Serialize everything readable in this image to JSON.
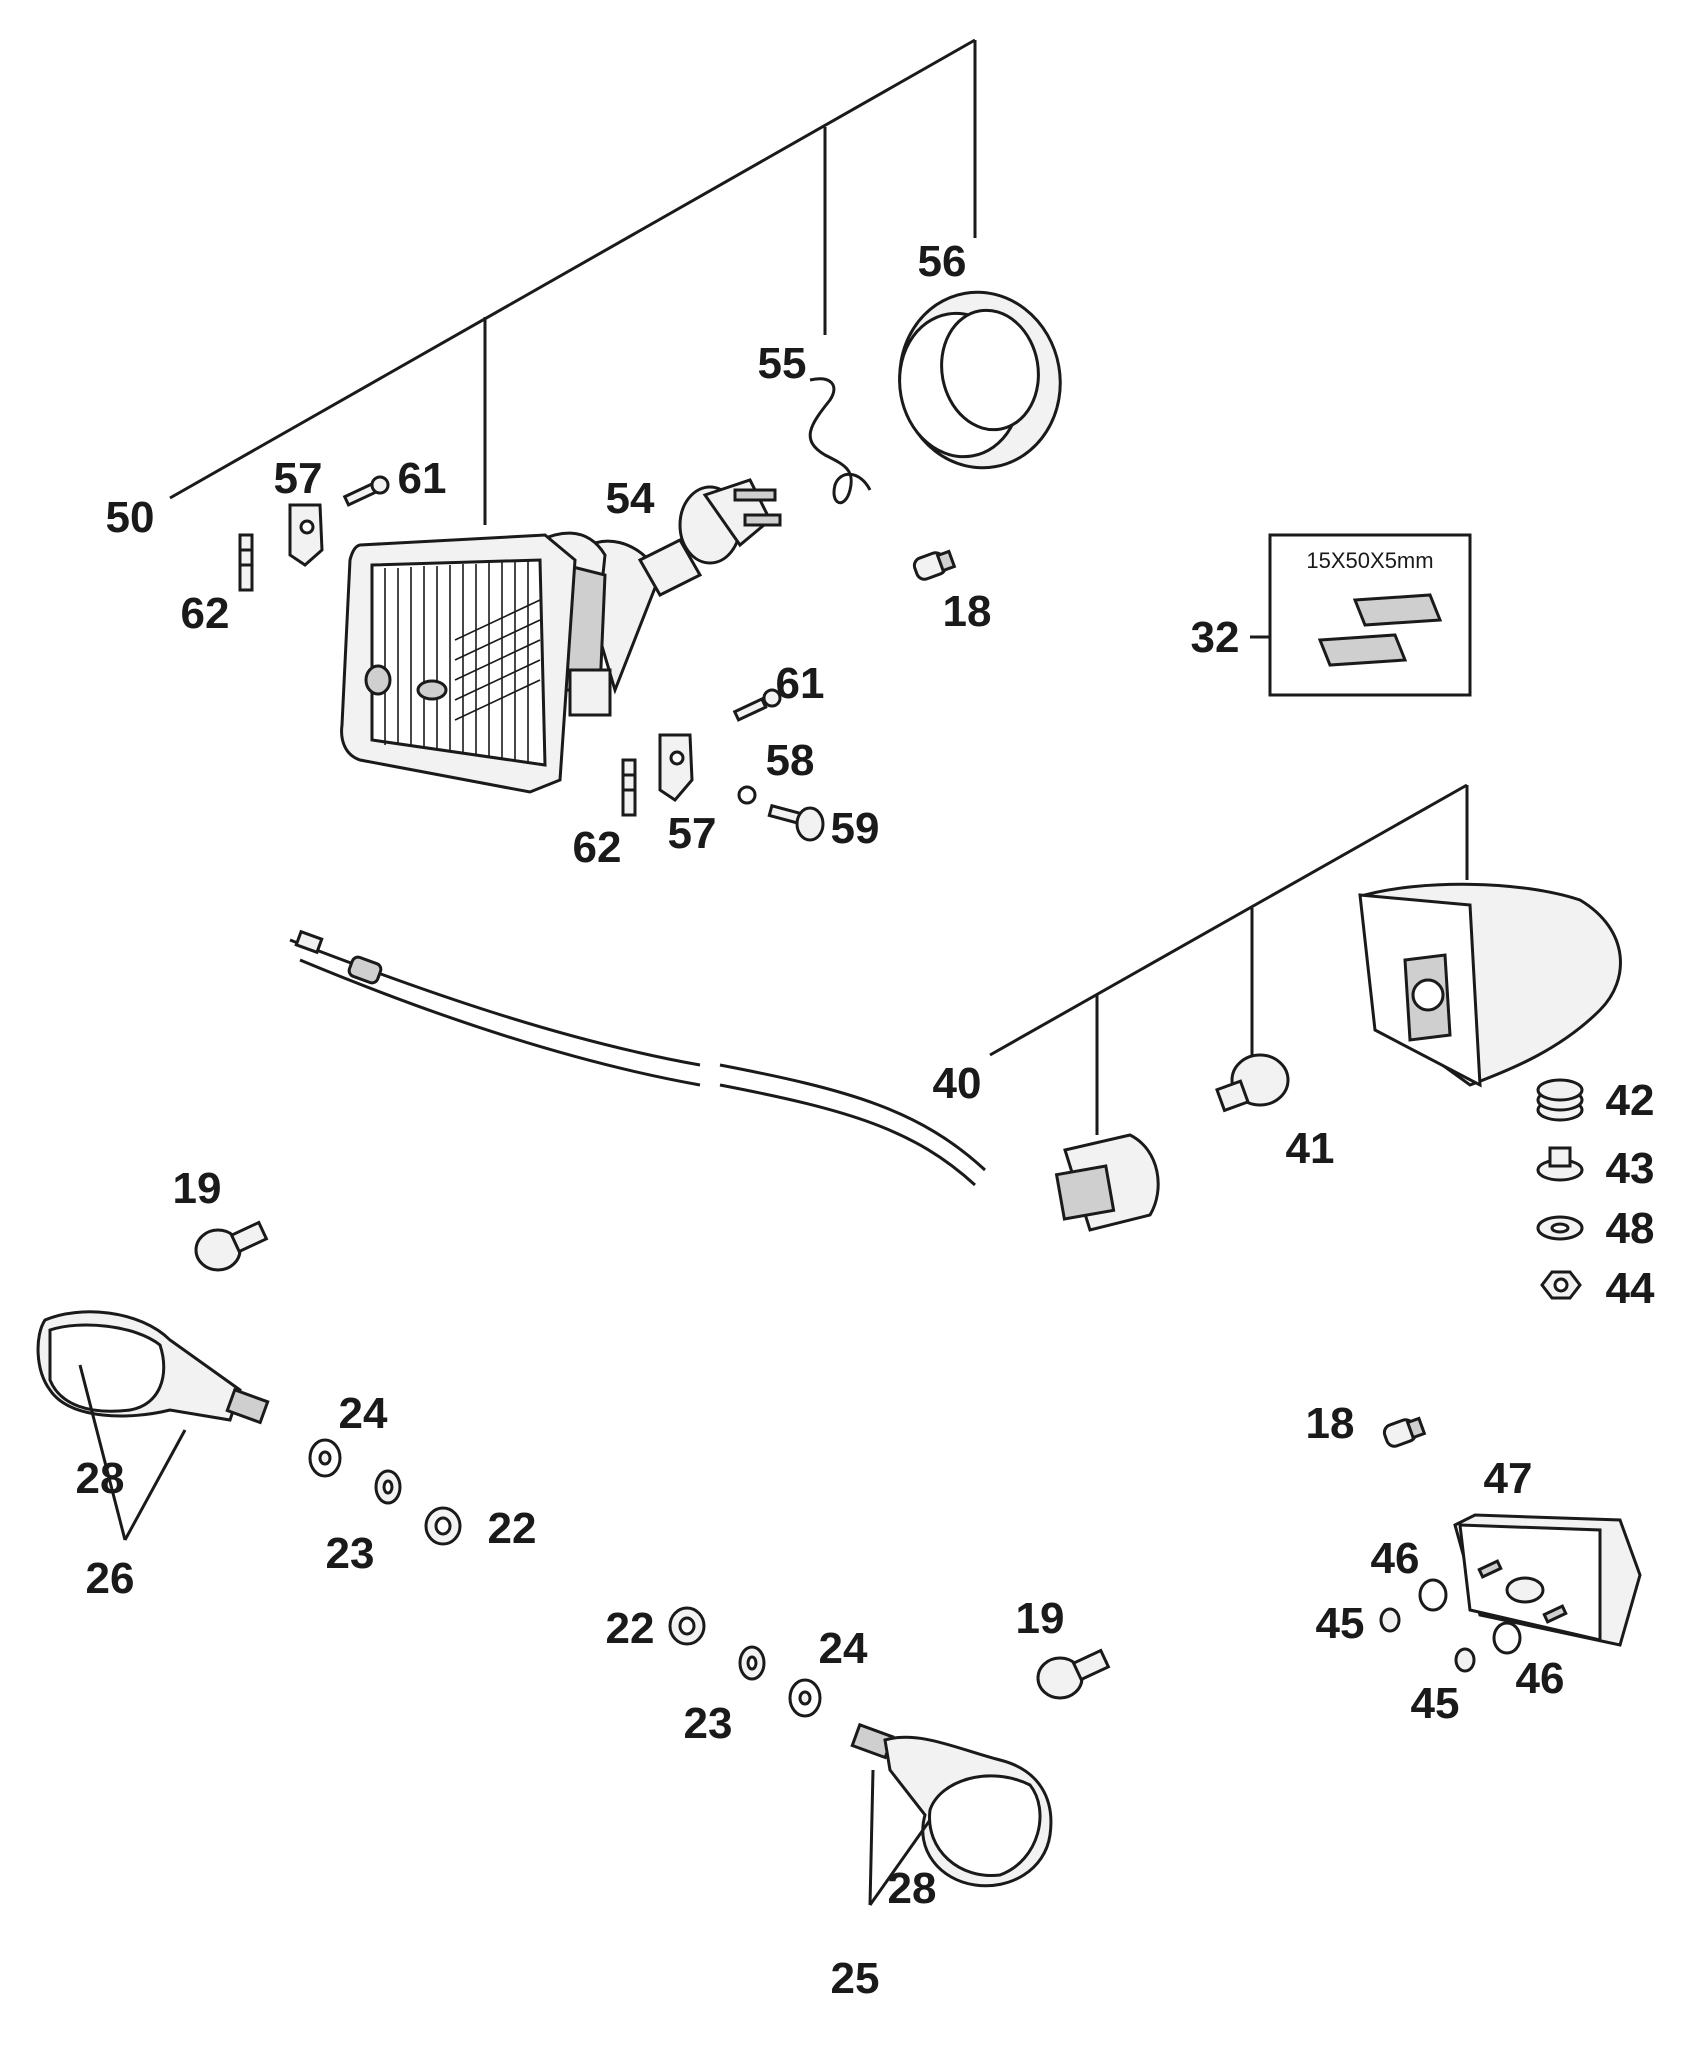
{
  "diagram": {
    "spec_box_text": "15X50X5mm",
    "callouts": [
      {
        "id": "c50",
        "text": "50"
      },
      {
        "id": "c57a",
        "text": "57"
      },
      {
        "id": "c61a",
        "text": "61"
      },
      {
        "id": "c62a",
        "text": "62"
      },
      {
        "id": "c54",
        "text": "54"
      },
      {
        "id": "c55",
        "text": "55"
      },
      {
        "id": "c56",
        "text": "56"
      },
      {
        "id": "c18a",
        "text": "18"
      },
      {
        "id": "c32",
        "text": "32"
      },
      {
        "id": "c61b",
        "text": "61"
      },
      {
        "id": "c58",
        "text": "58"
      },
      {
        "id": "c59",
        "text": "59"
      },
      {
        "id": "c57b",
        "text": "57"
      },
      {
        "id": "c62b",
        "text": "62"
      },
      {
        "id": "c40",
        "text": "40"
      },
      {
        "id": "c41",
        "text": "41"
      },
      {
        "id": "c42",
        "text": "42"
      },
      {
        "id": "c43",
        "text": "43"
      },
      {
        "id": "c48",
        "text": "48"
      },
      {
        "id": "c44",
        "text": "44"
      },
      {
        "id": "c19a",
        "text": "19"
      },
      {
        "id": "c24a",
        "text": "24"
      },
      {
        "id": "c28a",
        "text": "28"
      },
      {
        "id": "c23a",
        "text": "23"
      },
      {
        "id": "c22a",
        "text": "22"
      },
      {
        "id": "c26",
        "text": "26"
      },
      {
        "id": "c18b",
        "text": "18"
      },
      {
        "id": "c47",
        "text": "47"
      },
      {
        "id": "c46a",
        "text": "46"
      },
      {
        "id": "c45a",
        "text": "45"
      },
      {
        "id": "c45b",
        "text": "45"
      },
      {
        "id": "c46b",
        "text": "46"
      },
      {
        "id": "c22b",
        "text": "22"
      },
      {
        "id": "c24b",
        "text": "24"
      },
      {
        "id": "c19b",
        "text": "19"
      },
      {
        "id": "c23b",
        "text": "23"
      },
      {
        "id": "c28b",
        "text": "28"
      },
      {
        "id": "c25",
        "text": "25"
      }
    ]
  }
}
